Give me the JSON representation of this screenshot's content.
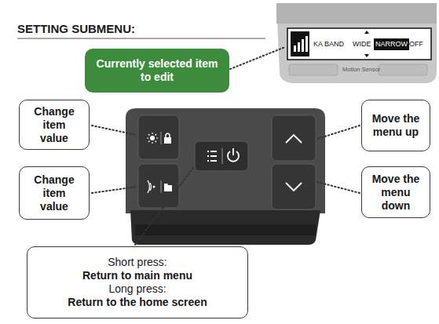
{
  "diagram": {
    "title": "SETTING SUBMENU:",
    "nodes": [
      {
        "text": [
          "Currently selected item to edit"
        ]
      },
      {
        "text": [
          "Change item value"
        ]
      },
      {
        "text": [
          "Move the menu up"
        ]
      },
      {
        "text": [
          "Change item value"
        ]
      },
      {
        "text": [
          "Move the menu down"
        ]
      },
      {
        "text": [
          "Short press:",
          "Return to main menu",
          "Long press:",
          "Return to the home screen"
        ]
      }
    ],
    "labels": [
      "KA BAND",
      "WIDE",
      "NARROW",
      "OFF",
      "Motion Sensor"
    ]
  }
}
